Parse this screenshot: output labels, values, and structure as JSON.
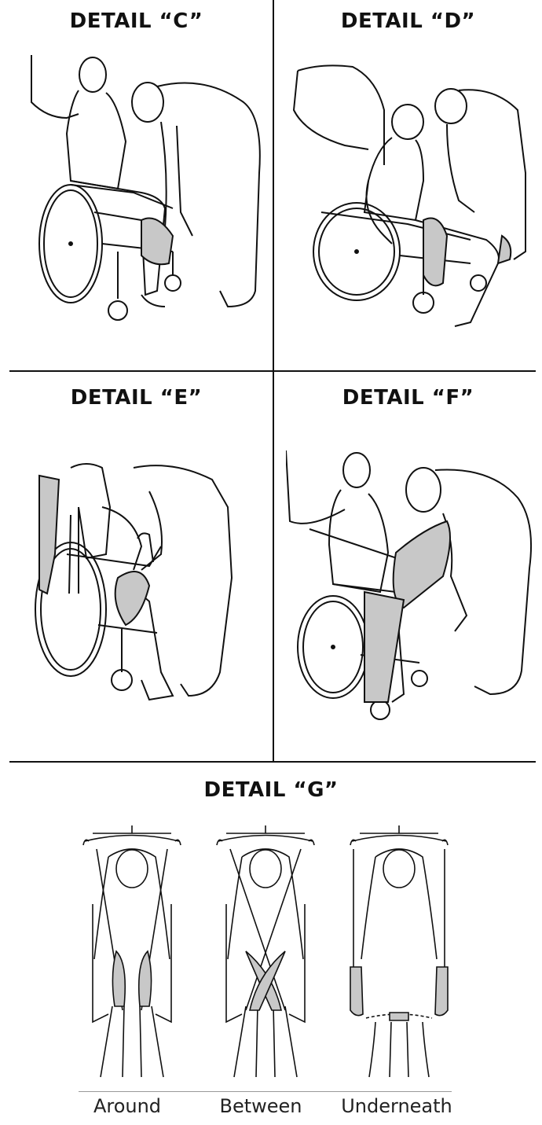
{
  "panels": {
    "c": {
      "title": "DETAIL “C”"
    },
    "d": {
      "title": "DETAIL “D”"
    },
    "e": {
      "title": "DETAIL “E”"
    },
    "f": {
      "title": "DETAIL “F”"
    },
    "g": {
      "title": "DETAIL “G”",
      "captions": [
        "Around",
        "Between",
        "Underneath"
      ]
    }
  },
  "colors": {
    "line": "#111111",
    "sling": "#c8c8c8",
    "background": "#ffffff"
  }
}
